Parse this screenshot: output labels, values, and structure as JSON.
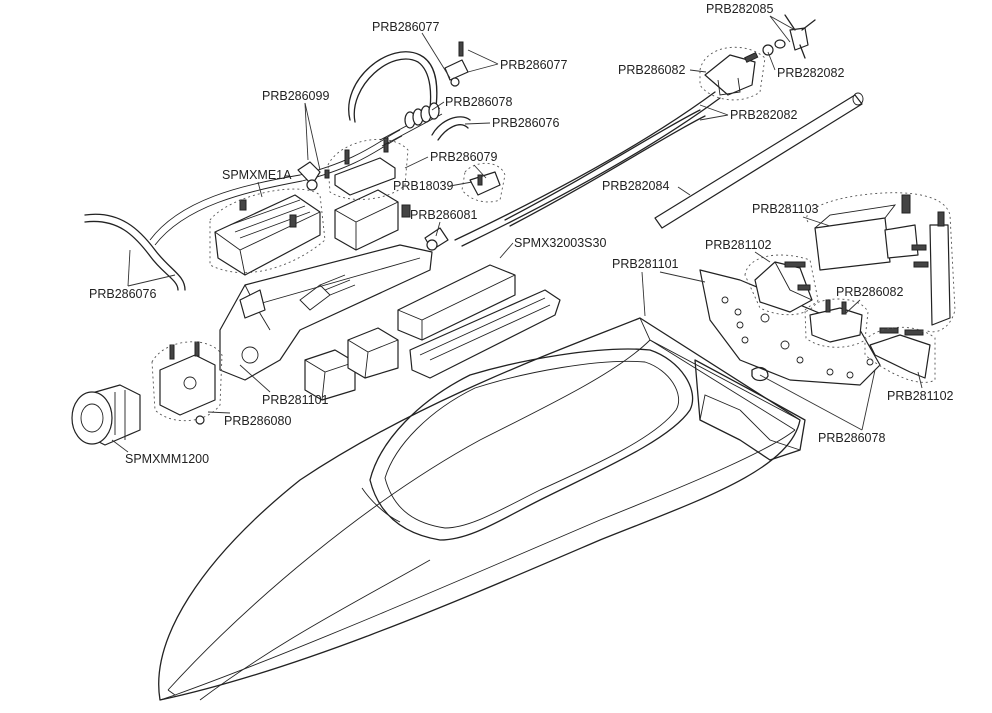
{
  "labels": {
    "prb286077_top": "PRB286077",
    "prb286077_right": "PRB286077",
    "prb282085": "PRB282085",
    "prb286082_top": "PRB286082",
    "prb282082_top": "PRB282082",
    "prb286099": "PRB286099",
    "prb286078_top": "PRB286078",
    "prb286076_top": "PRB286076",
    "prb282082_mid": "PRB282082",
    "prb286079": "PRB286079",
    "spmxme1a": "SPMXME1A",
    "prb18039": "PRB18039",
    "prb282084": "PRB282084",
    "prb281103": "PRB281103",
    "prb286081": "PRB286081",
    "spmx32003s30": "SPMX32003S30",
    "prb281102_left": "PRB281102",
    "prb281101_hull": "PRB281101",
    "prb286076_left": "PRB286076",
    "prb286082_mid": "PRB286082",
    "prb281101_left": "PRB281101",
    "prb281102_right": "PRB281102",
    "prb286080": "PRB286080",
    "prb286078_bottom": "PRB286078",
    "spmxmm1200": "SPMXMM1200"
  }
}
